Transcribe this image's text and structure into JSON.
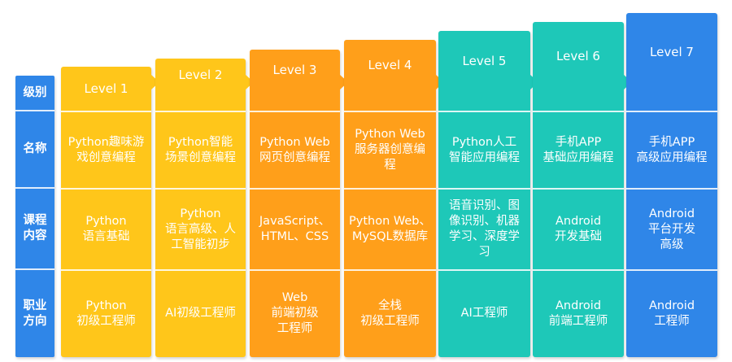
{
  "row_headers": [
    "级别",
    "名称",
    "课程\n内容",
    "职业\n方向"
  ],
  "levels": [
    {
      "level": "Level 1",
      "name": "Python趣味游\n戏创意编程",
      "content": "Python\n语言基础",
      "career": "Python\n初级工程师",
      "color": "#ffc61a"
    },
    {
      "level": "Level 2",
      "name": "Python智能\n场景创意编程",
      "content": "Python\n语言高级、人\n工智能初步",
      "career": "AI初级工程师",
      "color": "#ffc61a"
    },
    {
      "level": "Level 3",
      "name": "Python Web\n网页创意编程",
      "content": "JavaScript、\nHTML、CSS",
      "career": "Web\n前端初级\n工程师",
      "color": "#ff9f1a"
    },
    {
      "level": "Level 4",
      "name": "Python Web\n服务器创意编\n程",
      "content": "Python Web、\nMySQL数据库",
      "career": "全栈\n初级工程师",
      "color": "#ff9f1a"
    },
    {
      "level": "Level 5",
      "name": "Python人工\n智能应用编程",
      "content": "语音识别、图\n像识别、机器\n学习、深度学\n习",
      "career": "AI工程师",
      "color": "#1ec8b8"
    },
    {
      "level": "Level 6",
      "name": "手机APP\n基础应用编程",
      "content": "Android\n开发基础",
      "career": "Android\n前端工程师",
      "color": "#1ec8b8"
    },
    {
      "level": "Level 7",
      "name": "手机APP\n高级应用编程",
      "content": "Android\n平台开发\n高级",
      "career": "Android\n工程师",
      "color": "#2f86e8"
    }
  ]
}
